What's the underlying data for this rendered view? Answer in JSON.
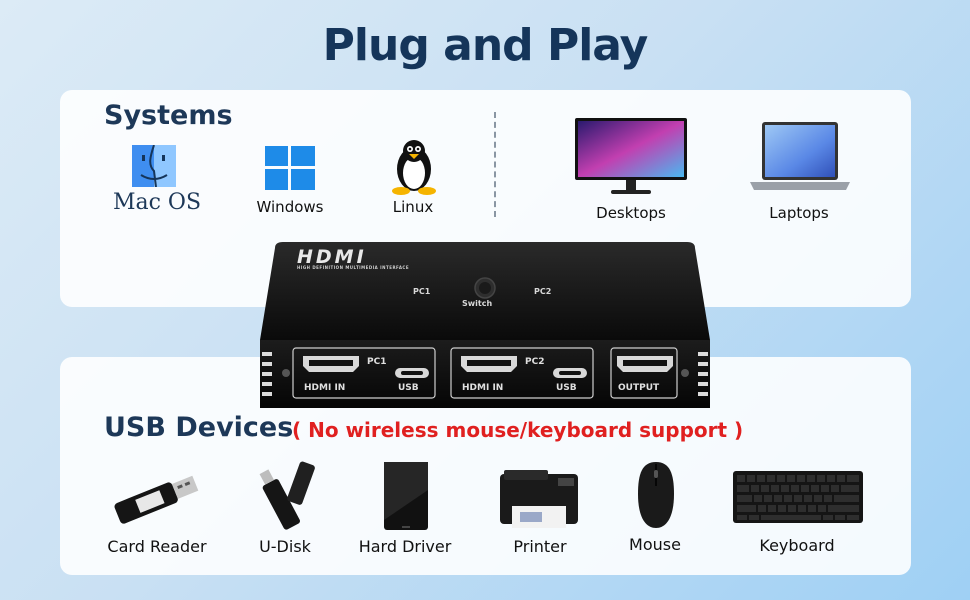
{
  "title": "Plug and Play",
  "systems": {
    "heading": "Systems",
    "macos_logo_text": "Mac OS",
    "items": [
      {
        "label": "Windows"
      },
      {
        "label": "Linux"
      }
    ],
    "hardware": [
      {
        "label": "Desktops"
      },
      {
        "label": "Laptops"
      }
    ]
  },
  "device": {
    "brand": "HDMI",
    "brand_sub": "HIGH DEFINITION MULTIMEDIA INTERFACE",
    "pc1": "PC1",
    "pc2": "PC2",
    "switch_label": "Switch",
    "ports": {
      "pc1_label": "PC1",
      "pc2_label": "PC2",
      "hdmi_in_1": "HDMI IN",
      "usb_1": "USB",
      "hdmi_in_2": "HDMI IN",
      "usb_2": "USB",
      "output": "OUTPUT"
    }
  },
  "usb_devices": {
    "heading": "USB Devices",
    "note": "( No wireless mouse/keyboard support )",
    "items": [
      {
        "label": "Card Reader"
      },
      {
        "label": "U-Disk"
      },
      {
        "label": "Hard Driver"
      },
      {
        "label": "Printer"
      },
      {
        "label": "Mouse"
      },
      {
        "label": "Keyboard"
      }
    ]
  },
  "colors": {
    "title": "#15355a",
    "note": "#e02020",
    "windows_blue": "#1e8be8"
  }
}
